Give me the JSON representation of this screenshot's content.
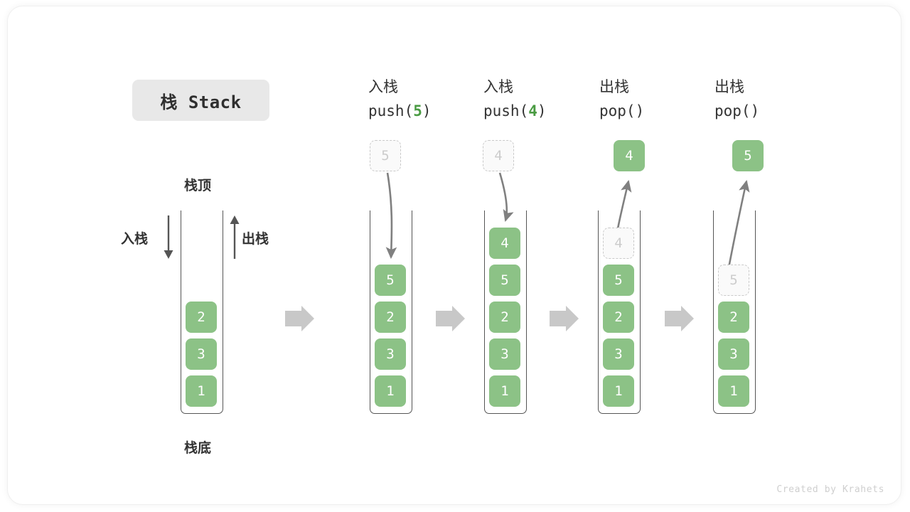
{
  "title_chip": {
    "label": "栈 Stack"
  },
  "credit": "Created by Krahets",
  "annotations": {
    "top_label": "栈顶",
    "bottom_label": "栈底",
    "push_label": "入栈",
    "pop_label": "出栈"
  },
  "colors": {
    "cell_fill": "#8cc286",
    "cell_text": "#ffffff",
    "ghost_border": "#c9c9c9",
    "ghost_text": "#cccccc",
    "arrow_gray": "#808080",
    "flow_arrow": "#c8c8c8",
    "accent_green": "#4a9b43",
    "chip_bg": "#e8e8e8"
  },
  "stages": [
    {
      "id": "initial",
      "heading_cn": "",
      "heading_code": "",
      "heading_arg": "",
      "stack": [
        "2",
        "3",
        "1"
      ],
      "floating": null,
      "ghost_in_stack": null
    },
    {
      "id": "push-5",
      "heading_cn": "入栈",
      "heading_code_pre": "push(",
      "heading_arg": "5",
      "heading_code_post": ")",
      "floating": {
        "value": "5",
        "kind": "ghost"
      },
      "stack": [
        "5",
        "2",
        "3",
        "1"
      ],
      "ghost_in_stack": null
    },
    {
      "id": "push-4",
      "heading_cn": "入栈",
      "heading_code_pre": "push(",
      "heading_arg": "4",
      "heading_code_post": ")",
      "floating": {
        "value": "4",
        "kind": "ghost"
      },
      "stack": [
        "4",
        "5",
        "2",
        "3",
        "1"
      ],
      "ghost_in_stack": null
    },
    {
      "id": "pop-4",
      "heading_cn": "出栈",
      "heading_code_pre": "pop(",
      "heading_arg": "",
      "heading_code_post": ")",
      "floating": {
        "value": "4",
        "kind": "solid"
      },
      "stack": [
        "5",
        "2",
        "3",
        "1"
      ],
      "ghost_in_stack": "4"
    },
    {
      "id": "pop-5",
      "heading_cn": "出栈",
      "heading_code_pre": "pop(",
      "heading_arg": "",
      "heading_code_post": ")",
      "floating": {
        "value": "5",
        "kind": "solid"
      },
      "stack": [
        "2",
        "3",
        "1"
      ],
      "ghost_in_stack": "5"
    }
  ]
}
